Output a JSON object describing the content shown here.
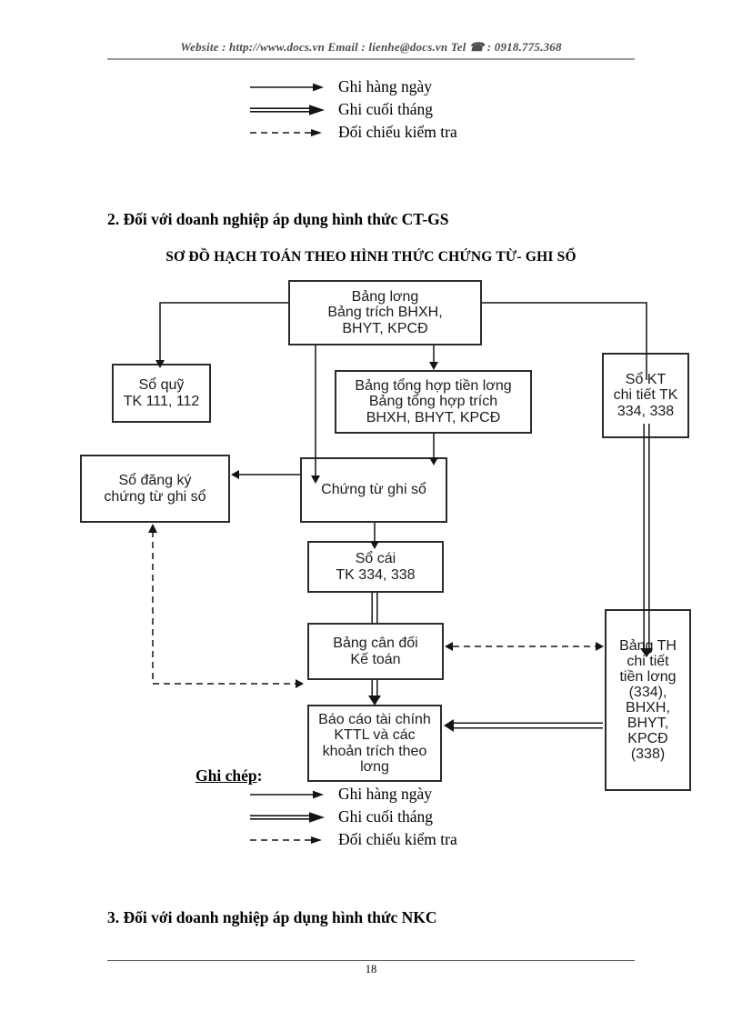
{
  "header": {
    "text": "Website : http://www.docs.vn   Email : lienhe@docs.vn   Tel ☎ : 0918.775.368"
  },
  "legend": {
    "items": [
      {
        "style": "solid",
        "label": "Ghi hàng ngày"
      },
      {
        "style": "double",
        "label": "Ghi cuối tháng"
      },
      {
        "style": "dashed",
        "label": "Đối chiếu kiểm tra"
      }
    ]
  },
  "section2": {
    "heading": "2. Đối với doanh nghiệp áp dụng hình thức CT-GS",
    "diagram_title": "SƠ ĐỒ HẠCH TOÁN THEO HÌNH THỨC CHỨNG TỪ- GHI SỔ"
  },
  "diagram": {
    "boxes": {
      "bang_luong": {
        "text": "Bảng lơng\nBảng trích BHXH,\nBHYT, KPCĐ"
      },
      "so_quy": {
        "text": "Sổ quỹ\nTK 111, 112"
      },
      "bang_tong_hop": {
        "text": "Bảng tổng hợp tiền lơng\nBảng tổng hợp trích\nBHXH, BHYT, KPCĐ"
      },
      "so_kt": {
        "text": "Sổ KT\nchi tiết TK\n334, 338"
      },
      "so_dang_ky": {
        "text": "Sổ đăng ký\nchứng từ ghi sổ"
      },
      "chung_tu": {
        "text": "Chứng từ ghi sổ"
      },
      "so_cai": {
        "text": "Sổ cái\nTK 334, 338"
      },
      "bang_can_doi": {
        "text": "Bảng cân đối\nKế toán"
      },
      "bang_th": {
        "text": "Bảng TH\nchi tiết\ntiền lơng\n(334),\nBHXH,\nBHYT,\nKPCĐ\n(338)"
      },
      "bao_cao": {
        "text": "Báo cáo tài chính\nKTTL và các\nkhoản trích theo\nlơng"
      }
    }
  },
  "bottom_legend": {
    "title": "Ghi chép",
    "colon": ":"
  },
  "section3": {
    "heading": "3. Đối với doanh nghiệp áp dụng hình thức NKC"
  },
  "footer": {
    "page_number": "18"
  }
}
